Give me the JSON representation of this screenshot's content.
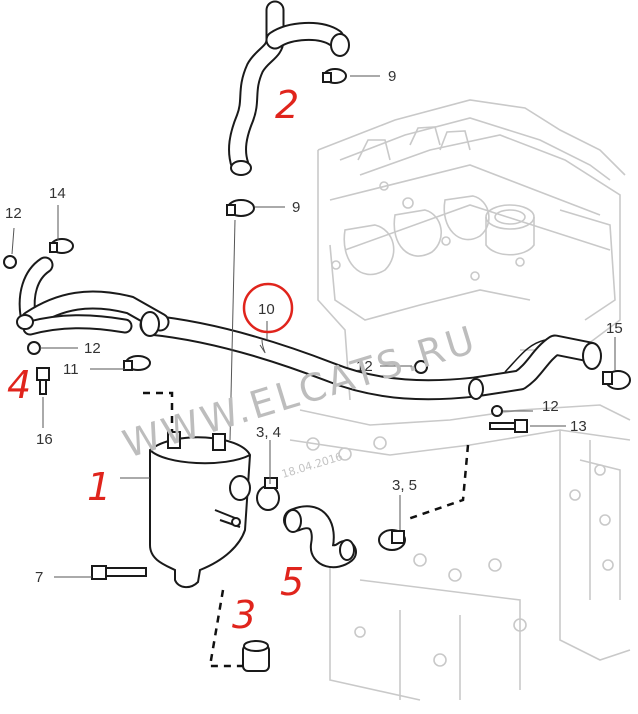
{
  "callouts": {
    "c9_top": "9",
    "c9_mid": "9",
    "c14": "14",
    "c12_left": "12",
    "c12_lower": "12",
    "c11": "11",
    "c16": "16",
    "c10": "10",
    "c12_center": "12",
    "c12_right": "12",
    "c13": "13",
    "c15": "15",
    "c7": "7",
    "c34": "3, 4",
    "c35": "3, 5"
  },
  "handwritten": {
    "n2": "2",
    "n4": "4",
    "n1": "1",
    "n5": "5",
    "n3": "3"
  },
  "watermark": {
    "text": "WWW.ELCATS.RU",
    "date": "18.04.2016"
  },
  "colors": {
    "annotation": "#e0241c",
    "line": "#1a1a1a",
    "engine": "#c9c9c9",
    "watermark": "#bdbdbd"
  }
}
